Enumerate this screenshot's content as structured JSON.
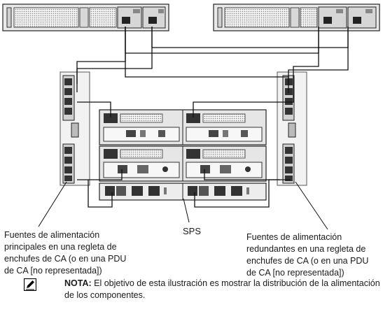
{
  "labels": {
    "left": "Fuentes de alimentación\nprincipales en una regleta de\nenchufes de CA (o en una PDU\nde CA [no representada])",
    "right": "Fuentes de alimentación\nredundantes en una regleta de\nenchufes de CA (o en una PDU\nde CA [no representada])",
    "sps": "SPS"
  },
  "note": {
    "icon": "pencil-note-icon",
    "heading": "NOTA:",
    "text": " El objetivo de esta ilustración es mostrar la distribución de la alimentación de los componentes."
  }
}
